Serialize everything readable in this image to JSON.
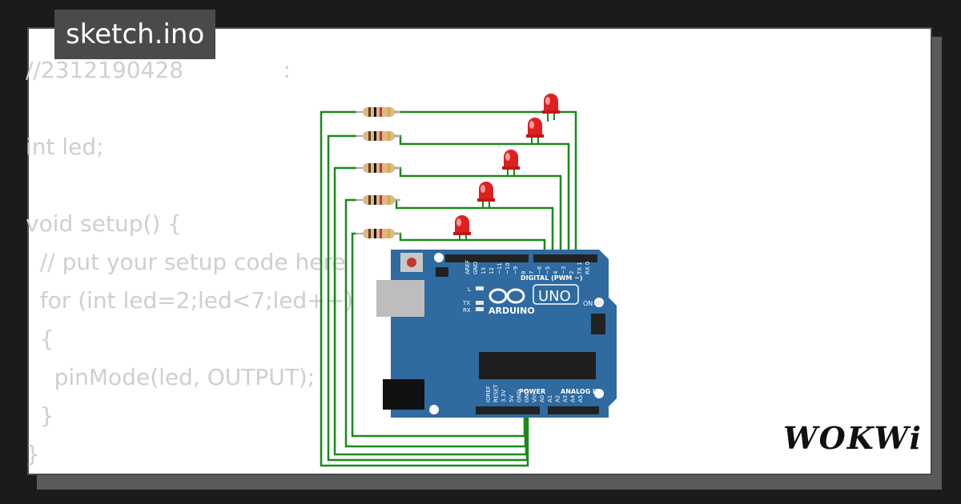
{
  "header": {
    "filename": "sketch.ino"
  },
  "code": {
    "lines": [
      "//2312190428              :",
      "",
      "int led;",
      "",
      "void setup() {",
      "  // put your setup code here",
      "  for (int led=2;led<7;led++)",
      "  {",
      "    pinMode(led, OUTPUT);",
      "  }",
      "}"
    ]
  },
  "board": {
    "name": "ARDUINO",
    "model": "UNO",
    "digital_label": "DIGITAL (PWM ~)",
    "power_label": "POWER",
    "analog_label": "ANALOG IN",
    "on_label": "ON",
    "l_label": "L",
    "tx_label": "TX",
    "rx_label": "RX",
    "top_pins": [
      "AREF",
      "GND",
      "13",
      "12",
      "~11",
      "~10",
      "~9",
      "8",
      "7",
      "~6",
      "~5",
      "4",
      "~3",
      "2",
      "TX 1",
      "RX 0"
    ],
    "bottom_pins": [
      "IOREF",
      "RESET",
      "3.3V",
      "5V",
      "GND",
      "GND",
      "Vin",
      "A0",
      "A1",
      "A2",
      "A3",
      "A4",
      "A5"
    ],
    "color": "#2f6aa0"
  },
  "components": {
    "leds": 5,
    "resistors": 5,
    "led_color": "#e02020",
    "wire_color": "#1a8a1a"
  },
  "brand": {
    "logo": "WOKWi"
  }
}
